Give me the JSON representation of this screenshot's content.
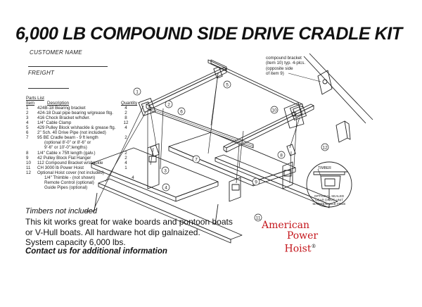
{
  "title": "6,000 LB COMPOUND SIDE DRIVE CRADLE KIT",
  "form": {
    "customer_name_label": "CUSTOMER NAME",
    "freight_label": "FREIGHT"
  },
  "parts_list": {
    "heading": "Parts List",
    "columns": [
      "Item",
      "Description",
      "Quantity"
    ],
    "rows": [
      [
        "1",
        "424B-18 Bearing bracket",
        "4"
      ],
      [
        "2",
        "424-18 Dual pipe bearing w/grease fitg.",
        "2"
      ],
      [
        "3",
        "416 Chock Bracket w/hdwr.",
        "8"
      ],
      [
        "4",
        "1/4\" Cable Clamp",
        "12"
      ],
      [
        "5",
        "429 Pulley Block w/shackle & grease ftg.",
        "4"
      ],
      [
        "6",
        "2\" Sch. 40 Drive Pipe (not included)",
        ""
      ],
      [
        "7",
        "95 BE Cradle beam -  9 ft length",
        "2"
      ],
      [
        "",
        "(optional 8'-0\" or 8'-6\" or",
        ""
      ],
      [
        "",
        "9'-6\" or 10'-0\";lengths)",
        ""
      ],
      [
        "8",
        "1/4\" Cable x 75ft length (galv.)",
        "2"
      ],
      [
        "9",
        "42 Pulley Block Flat Hanger",
        "2"
      ],
      [
        "10",
        "112 Compound Bracket w/shackle",
        "4"
      ],
      [
        "11",
        "CH 3000 lb Power Hoist",
        "1"
      ],
      [
        "12",
        "Optional Hoist cover (not included)",
        ""
      ],
      [
        "",
        "1/4\" Thimble - (not shown)",
        "4"
      ],
      [
        "",
        "Remote Control (optional)",
        ""
      ],
      [
        "",
        "Guide Pipes (optional)",
        ""
      ]
    ]
  },
  "callout": {
    "lines": [
      "compound bracket",
      "(item 10) typ. 4-plcs.",
      "(opposite side",
      "of item 9)"
    ]
  },
  "detail_labels": {
    "timber": "TIMBER",
    "gear_note": [
      "OPTIONAL SEALED",
      "GEAR DRIVE UNIT",
      "MAINTENANCE FREE"
    ]
  },
  "item_numbers": [
    "1",
    "2",
    "3",
    "4",
    "5",
    "6",
    "7",
    "8",
    "9",
    "10",
    "11",
    "12"
  ],
  "notes": {
    "timbers": "Timbers not included",
    "line1": "This kit works great for wake boards and pontoon boats",
    "line2": "or V-Hull boats.  All hardware hot dip galnaized.",
    "line3": "System capacity 6,000 lbs.",
    "contact": "Contact us for additional information"
  },
  "logo": {
    "line1": "American",
    "line2": "Power",
    "line3": "Hoist",
    "mark": "®"
  },
  "colors": {
    "logo_red": "#c4161c",
    "ink": "#111111"
  }
}
